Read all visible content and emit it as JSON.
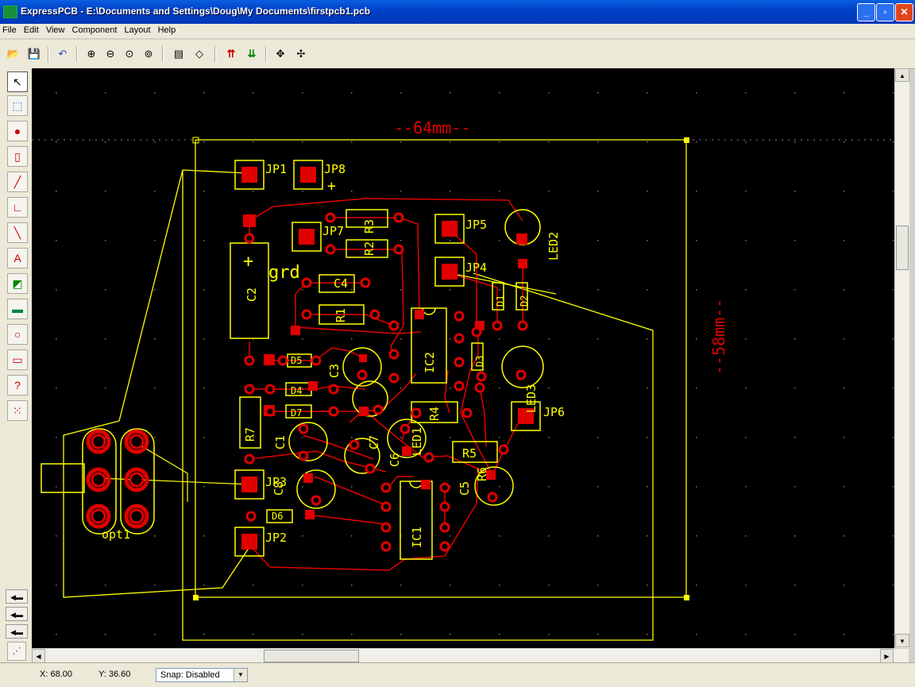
{
  "window": {
    "title": "ExpressPCB - E:\\Documents and Settings\\Doug\\My Documents\\firstpcb1.pcb"
  },
  "menu": [
    "File",
    "Edit",
    "View",
    "Component",
    "Layout",
    "Help"
  ],
  "status": {
    "x": "X: 68.00",
    "y": "Y: 36.60",
    "snap": "Snap: Disabled"
  },
  "board": {
    "width_label": "--64mm--",
    "height_label": "--58mm--",
    "ground_label": "grd",
    "plus_labels": [
      "+",
      "+"
    ]
  },
  "components": {
    "labels": [
      "JP1",
      "JP8",
      "JP7",
      "JP5",
      "JP4",
      "JP6",
      "JP3",
      "JP2",
      "R3",
      "R2",
      "R1",
      "C4",
      "C2",
      "C3",
      "C1",
      "C8",
      "C5",
      "C6",
      "C7",
      "R4",
      "R5",
      "R6",
      "R7",
      "IC1",
      "IC2",
      "D1",
      "D2",
      "D3",
      "D4",
      "D5",
      "D6",
      "D7",
      "LED1",
      "LED2",
      "LED3",
      "opt1"
    ]
  },
  "colors": {
    "trace": "#e00000",
    "silk": "#ffff00",
    "pad": "#e00000",
    "canvas": "#000000",
    "dimension": "#e00000"
  }
}
